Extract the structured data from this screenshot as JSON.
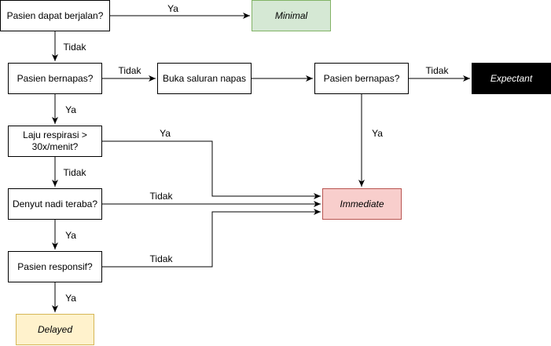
{
  "nodes": {
    "walk": {
      "text": "Pasien dapat berjalan?"
    },
    "minimal": {
      "text": "Minimal",
      "fill": "#d5e8d4",
      "stroke": "#82b366"
    },
    "breathing1": {
      "text": "Pasien bernapas?"
    },
    "airway": {
      "text": "Buka saluran napas"
    },
    "breathing2": {
      "text": "Pasien bernapas?"
    },
    "expectant": {
      "text": "Expectant",
      "fill": "#000000",
      "text_color": "#ffffff"
    },
    "resp_rate": {
      "text": "Laju respirasi > 30x/menit?"
    },
    "pulse": {
      "text": "Denyut nadi teraba?"
    },
    "responsive": {
      "text": "Pasien responsif?"
    },
    "immediate": {
      "text": "Immediate",
      "fill": "#f8cecc",
      "stroke": "#b85450"
    },
    "delayed": {
      "text": "Delayed",
      "fill": "#fff2cc",
      "stroke": "#d6b656"
    }
  },
  "edges": {
    "walk_minimal": "Ya",
    "walk_breathing1": "Tidak",
    "breathing1_airway": "Tidak",
    "breathing1_resp": "Ya",
    "breathing2_expectant": "Tidak",
    "breathing2_immediate": "Ya",
    "resp_immediate": "Ya",
    "resp_pulse": "Tidak",
    "pulse_immediate": "Tidak",
    "pulse_responsive": "Ya",
    "responsive_immediate": "Tidak",
    "responsive_delayed": "Ya"
  }
}
